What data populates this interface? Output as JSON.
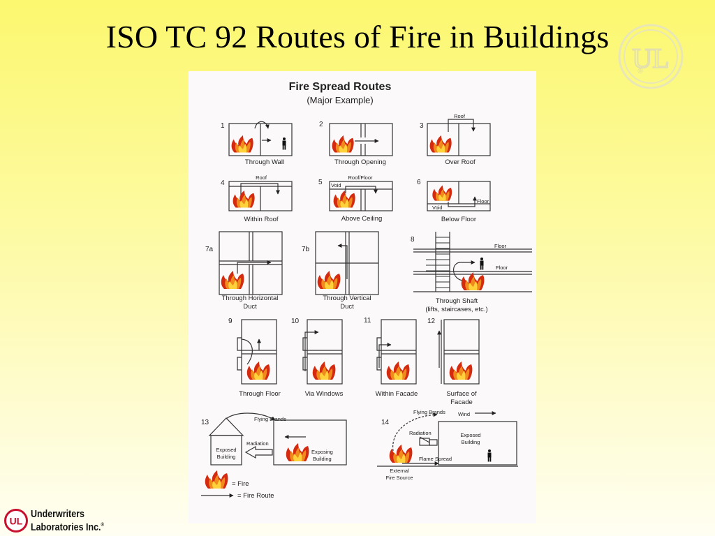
{
  "slide": {
    "title": "ISO TC 92 Routes of Fire in Buildings"
  },
  "watermark": {
    "text": "UL",
    "mark": "®"
  },
  "figure": {
    "title": "Fire Spread Routes",
    "subtitle": "(Major Example)",
    "panels": [
      {
        "num": "1",
        "caption": "Through Wall"
      },
      {
        "num": "2",
        "caption": "Through Opening"
      },
      {
        "num": "3",
        "caption": "Over Roof",
        "label": "Roof"
      },
      {
        "num": "4",
        "caption": "Within Roof",
        "label": "Roof"
      },
      {
        "num": "5",
        "caption": "Above Ceiling",
        "label": "Roof/Floor",
        "label2": "Void"
      },
      {
        "num": "6",
        "caption": "Below Floor",
        "label": "Floor",
        "label2": "Void"
      },
      {
        "num": "7a",
        "caption": "Through Horizontal",
        "caption2": "Duct"
      },
      {
        "num": "7b",
        "caption": "Through Vertical",
        "caption2": "Duct"
      },
      {
        "num": "8",
        "caption": "Through Shaft",
        "caption2": "(lifts, staircases, etc.)",
        "label": "Floor",
        "label2": "Floor"
      },
      {
        "num": "9",
        "caption": "Through Floor"
      },
      {
        "num": "10",
        "caption": "Via Windows"
      },
      {
        "num": "11",
        "caption": "Within Facade"
      },
      {
        "num": "12",
        "caption": "Surface of",
        "caption2": "Facade"
      },
      {
        "num": "13",
        "flying": "Flying Brands",
        "radiation": "Radiation",
        "exposed1": "Exposed",
        "exposed2": "Building",
        "exposing1": "Exposing",
        "exposing2": "Building"
      },
      {
        "num": "14",
        "flying": "Flying Brands",
        "wind": "Wind",
        "radiation": "Radiation",
        "exposed1": "Exposed",
        "exposed2": "Building",
        "flame": "Flame Spread",
        "source1": "External",
        "source2": "Fire Source"
      }
    ],
    "legend": {
      "fire": "= Fire",
      "route": "= Fire Route"
    }
  },
  "logo": {
    "line1": "Underwriters",
    "line2": "Laboratories Inc.",
    "reg": "®",
    "letters": "UL"
  },
  "colors": {
    "fire_red": "#d42a10",
    "fire_orange": "#f08a1c",
    "fire_yellow": "#ffd23c",
    "logo_red": "#c8102e"
  }
}
